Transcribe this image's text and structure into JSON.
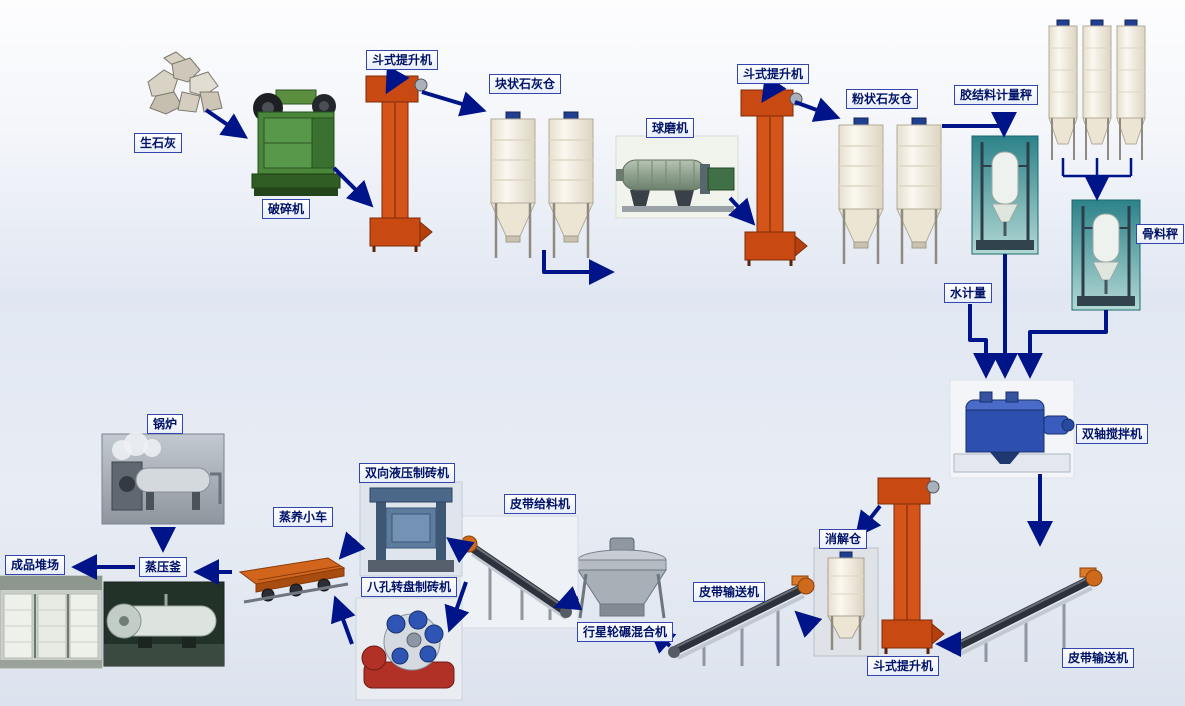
{
  "colors": {
    "arrow": "#001489",
    "label_text": "#001368",
    "label_border": "#3346b0",
    "elevator_orange": "#d4541a",
    "silo_white": "#fbf8f1",
    "mixer_blue": "#2d50b0"
  },
  "labels": {
    "quicklime": "生石灰",
    "crusher": "破碎机",
    "bucket_elevator_1": "斗式提升机",
    "lump_lime_silo": "块状石灰仓",
    "ball_mill": "球磨机",
    "bucket_elevator_2": "斗式提升机",
    "powder_lime_silo": "粉状石灰仓",
    "binder_scale": "胶结料计量秤",
    "aggregate_scale": "骨料秤",
    "water_meter": "水计量",
    "twin_shaft_mixer": "双轴搅拌机",
    "digestion_silo": "消解仓",
    "bucket_elevator_3": "斗式提升机",
    "belt_conveyor_right": "皮带输送机",
    "belt_conveyor_mid": "皮带输送机",
    "planetary_mixer": "行星轮碾混合机",
    "belt_feeder": "皮带给料机",
    "hydraulic_brick_machine": "双向液压制砖机",
    "rotary_brick_machine": "八孔转盘制砖机",
    "curing_trolley": "蒸养小车",
    "autoclave": "蒸压釜",
    "product_yard": "成品堆场",
    "boiler": "锅炉"
  }
}
